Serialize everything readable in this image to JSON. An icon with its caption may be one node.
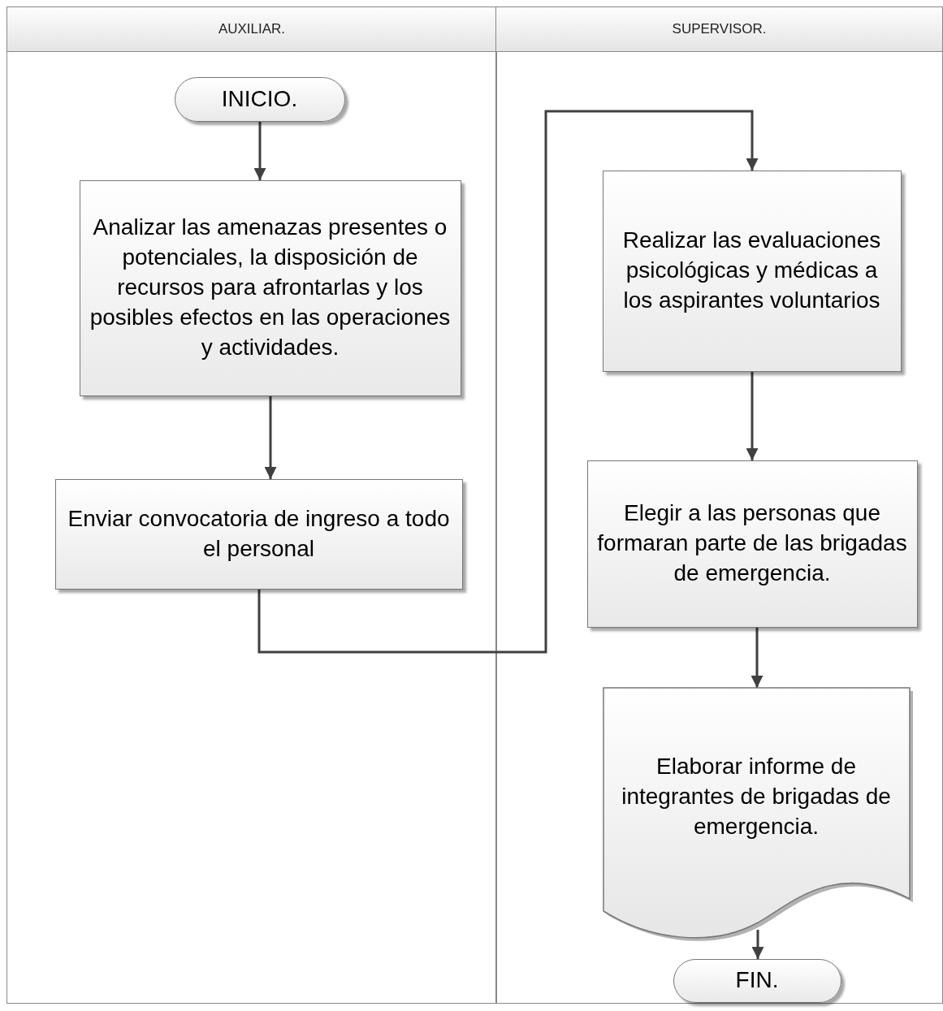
{
  "diagram": {
    "nodes": [
      {
        "text": [
          "AUXILIAR."
        ]
      },
      {
        "text": [
          "INICIO."
        ],
        "in": 0
      },
      {
        "text": [
          "Analizar las amenazas presentes o potenciales, la disposición de recursos para afrontarlas y los posibles efectos en las operaciones y actividades."
        ],
        "in": 0
      },
      {
        "text": [
          "Enviar convocatoria de ingreso a todo el personal"
        ],
        "in": 0
      },
      {
        "text": [
          "SUPERVISOR."
        ]
      },
      {
        "text": [
          "Realizar las evaluaciones psicológicas y médicas a los aspirantes voluntarios"
        ],
        "in": 4
      },
      {
        "text": [
          "Elegir a las personas que formaran parte de las brigadas de emergencia."
        ],
        "in": 4
      },
      {
        "text": [
          "Elaborar informe de integrantes de brigadas de emergencia."
        ],
        "in": 4
      },
      {
        "text": [
          "FIN."
        ],
        "in": 4
      }
    ],
    "edges": [
      {
        "from": 1,
        "to": 2,
        "arrow": "to"
      },
      {
        "from": 2,
        "to": 3,
        "arrow": "to"
      },
      {
        "from": 3,
        "to": 5,
        "arrow": "to"
      },
      {
        "from": 5,
        "to": 6,
        "arrow": "to"
      },
      {
        "from": 6,
        "to": 7,
        "arrow": "to"
      },
      {
        "from": 7,
        "to": 8,
        "arrow": "to"
      }
    ]
  }
}
